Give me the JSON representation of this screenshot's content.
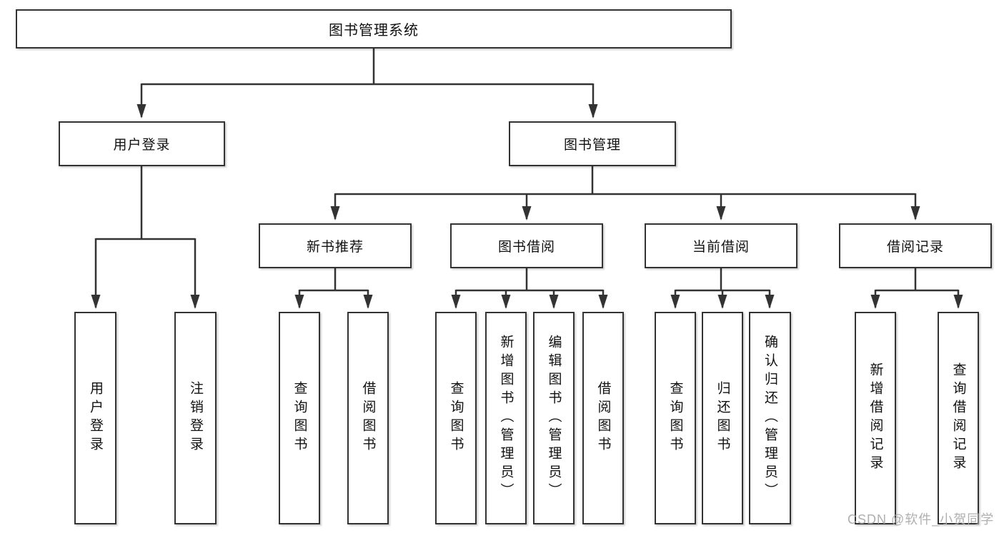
{
  "diagram": {
    "type": "hierarchy-tree",
    "nodes": {
      "root": "图书管理系统",
      "user_login": "用户登录",
      "book_mgmt": "图书管理",
      "new_book": "新书推荐",
      "borrow": "图书借阅",
      "current": "当前借阅",
      "record": "借阅记录",
      "ul_login": "用户登录",
      "ul_logout": "注销登录",
      "nb_query": "查询图书",
      "nb_borrow": "借阅图书",
      "bw_query": "查询图书",
      "bw_add": "新增图书（管理员）",
      "bw_edit": "编辑图书（管理员）",
      "bw_borrow": "借阅图书",
      "cu_query": "查询图书",
      "cu_return": "归还图书",
      "cu_confirm": "确认归还（管理员）",
      "rc_add": "新增借阅记录",
      "rc_query": "查询借阅记录"
    },
    "edges": [
      [
        "root",
        "user_login"
      ],
      [
        "root",
        "book_mgmt"
      ],
      [
        "user_login",
        "ul_login"
      ],
      [
        "user_login",
        "ul_logout"
      ],
      [
        "book_mgmt",
        "new_book"
      ],
      [
        "book_mgmt",
        "borrow"
      ],
      [
        "book_mgmt",
        "current"
      ],
      [
        "book_mgmt",
        "record"
      ],
      [
        "new_book",
        "nb_query"
      ],
      [
        "new_book",
        "nb_borrow"
      ],
      [
        "borrow",
        "bw_query"
      ],
      [
        "borrow",
        "bw_add"
      ],
      [
        "borrow",
        "bw_edit"
      ],
      [
        "borrow",
        "bw_borrow"
      ],
      [
        "current",
        "cu_query"
      ],
      [
        "current",
        "cu_return"
      ],
      [
        "current",
        "cu_confirm"
      ],
      [
        "record",
        "rc_add"
      ],
      [
        "record",
        "rc_query"
      ]
    ],
    "colors": {
      "line": "#333333",
      "box_border": "#333333",
      "box_background": "#ffffff",
      "text": "#111111",
      "background": "#ffffff"
    }
  },
  "watermark": {
    "text": "CSDN @软件_小贺同学",
    "color": "#a8a8a8"
  }
}
